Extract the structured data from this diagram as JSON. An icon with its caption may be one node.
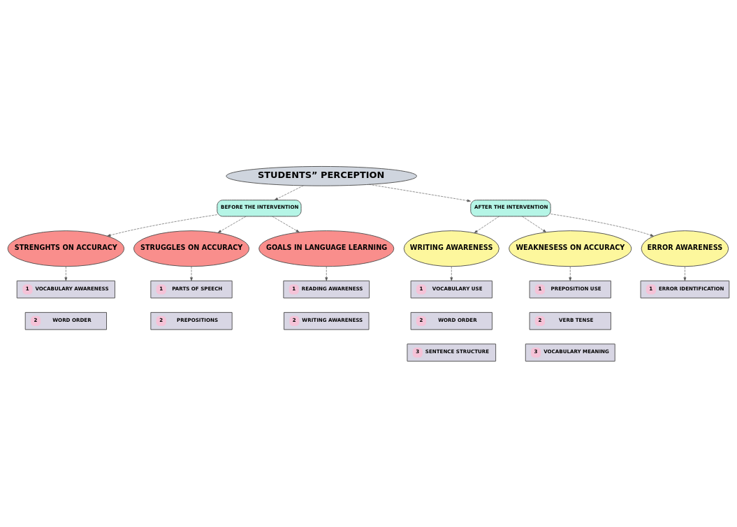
{
  "diagram": {
    "nodes": [
      {
        "text": [
          "STUDENTS” PERCEPTION"
        ]
      },
      {
        "text": [
          "BEFORE THE INTERVENTION"
        ]
      },
      {
        "text": [
          "AFTER THE INTERVENTION"
        ]
      },
      {
        "text": [
          "STRENGHTS ON ACCURACY"
        ]
      },
      {
        "text": [
          "STRUGGLES ON ACCURACY"
        ]
      },
      {
        "text": [
          "GOALS IN LANGUAGE LEARNING"
        ]
      },
      {
        "text": [
          "WRITING AWARENESS"
        ]
      },
      {
        "text": [
          "WEAKNESESS ON ACCURACY"
        ]
      },
      {
        "text": [
          "ERROR AWARENESS"
        ]
      },
      {
        "text": [
          "1",
          "VOCABULARY AWARENESS"
        ]
      },
      {
        "text": [
          "2",
          "WORD ORDER"
        ]
      },
      {
        "text": [
          "1",
          "PARTS OF SPEECH"
        ]
      },
      {
        "text": [
          "2",
          "PREPOSITIONS"
        ]
      },
      {
        "text": [
          "1",
          "READING AWARENESS"
        ]
      },
      {
        "text": [
          "2",
          "WRITING AWARENESS"
        ]
      },
      {
        "text": [
          "1",
          "VOCABULARY USE"
        ]
      },
      {
        "text": [
          "2",
          "WORD ORDER"
        ]
      },
      {
        "text": [
          "3",
          "SENTENCE STRUCTURE"
        ]
      },
      {
        "text": [
          "1",
          "PREPOSITION USE"
        ]
      },
      {
        "text": [
          "2",
          "VERB TENSE"
        ]
      },
      {
        "text": [
          "3",
          "VOCABULARY MEANING"
        ]
      },
      {
        "text": [
          "1",
          "ERROR IDENTIFICATION"
        ]
      }
    ],
    "edges": [
      {
        "from": 0,
        "to": 1,
        "arrow": "to",
        "style": "dashed"
      },
      {
        "from": 0,
        "to": 2,
        "arrow": "to",
        "style": "dashed"
      },
      {
        "from": 1,
        "to": 3,
        "arrow": "to",
        "style": "dashed"
      },
      {
        "from": 1,
        "to": 4,
        "arrow": "to",
        "style": "dashed"
      },
      {
        "from": 1,
        "to": 5,
        "arrow": "to",
        "style": "dashed"
      },
      {
        "from": 2,
        "to": 6,
        "arrow": "to",
        "style": "dashed"
      },
      {
        "from": 2,
        "to": 7,
        "arrow": "to",
        "style": "dashed"
      },
      {
        "from": 2,
        "to": 8,
        "arrow": "to",
        "style": "dashed"
      },
      {
        "from": 3,
        "to": 9,
        "arrow": "to",
        "style": "dashed"
      },
      {
        "from": 4,
        "to": 11,
        "arrow": "to",
        "style": "dashed"
      },
      {
        "from": 5,
        "to": 13,
        "arrow": "to",
        "style": "dashed"
      },
      {
        "from": 6,
        "to": 15,
        "arrow": "to",
        "style": "dashed"
      },
      {
        "from": 7,
        "to": 18,
        "arrow": "to",
        "style": "dashed"
      },
      {
        "from": 8,
        "to": 21,
        "arrow": "to",
        "style": "dashed"
      }
    ]
  }
}
